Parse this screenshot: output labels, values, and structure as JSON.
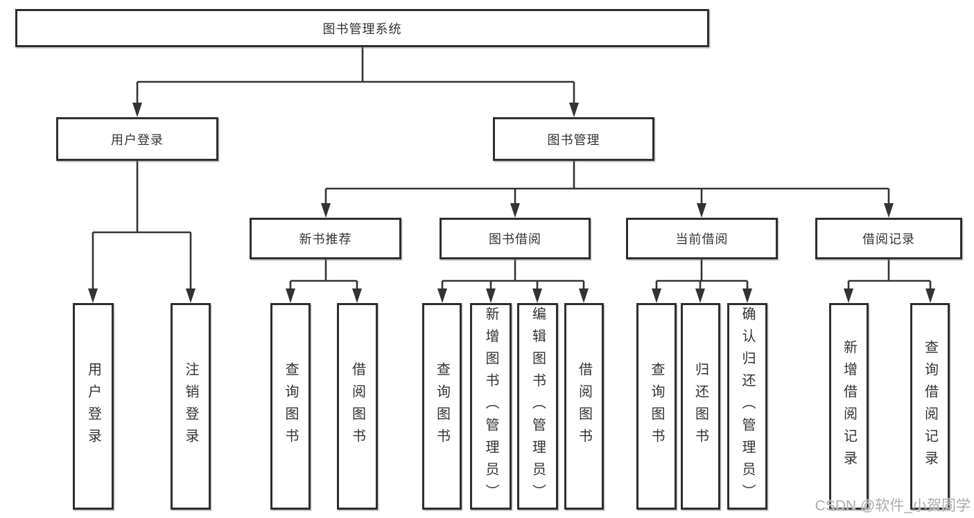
{
  "nodes": {
    "root": {
      "label": "图书管理系统"
    },
    "userLogin": {
      "label": "用户登录"
    },
    "bookMgmt": {
      "label": "图书管理"
    },
    "newBook": {
      "label": "新书推荐"
    },
    "bookBorrow": {
      "label": "图书借阅"
    },
    "currentBorrow": {
      "label": "当前借阅"
    },
    "borrowRecord": {
      "label": "借阅记录"
    },
    "leafUserLogin": {
      "label": "用户登录"
    },
    "leafLogout": {
      "label": "注销登录"
    },
    "leafNewQuery": {
      "label": "查询图书"
    },
    "leafNewBorrow": {
      "label": "借阅图书"
    },
    "leafBorrowQuery": {
      "label": "查询图书"
    },
    "leafBorrowAdd": {
      "label": "新增图书（管理员）"
    },
    "leafBorrowEdit": {
      "label": "编辑图书（管理员）"
    },
    "leafBorrowBorrow": {
      "label": "借阅图书"
    },
    "leafCurQuery": {
      "label": "查询图书"
    },
    "leafCurReturn": {
      "label": "归还图书"
    },
    "leafCurConfirm": {
      "label": "确认归还（管理员）"
    },
    "leafRecAdd": {
      "label": "新增借阅记录"
    },
    "leafRecQuery": {
      "label": "查询借阅记录"
    }
  },
  "hierarchy": {
    "图书管理系统": {
      "用户登录": [
        "用户登录",
        "注销登录"
      ],
      "图书管理": {
        "新书推荐": [
          "查询图书",
          "借阅图书"
        ],
        "图书借阅": [
          "查询图书",
          "新增图书（管理员）",
          "编辑图书（管理员）",
          "借阅图书"
        ],
        "当前借阅": [
          "查询图书",
          "归还图书",
          "确认归还（管理员）"
        ],
        "借阅记录": [
          "新增借阅记录",
          "查询借阅记录"
        ]
      }
    }
  },
  "watermark": "CSDN @软件_小贺同学",
  "colors": {
    "line": "#333333",
    "border": "#2e2e2e",
    "text": "#333333",
    "watermark": "#ababab",
    "background": "#ffffff"
  }
}
